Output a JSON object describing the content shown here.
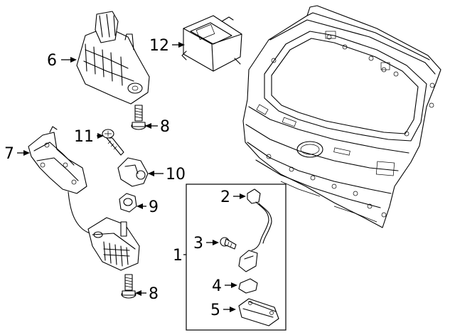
{
  "callouts": {
    "c1": "1",
    "c2": "2",
    "c3": "3",
    "c4": "4",
    "c5": "5",
    "c6": "6",
    "c7": "7",
    "c8a": "8",
    "c8b": "8",
    "c9": "9",
    "c10": "10",
    "c11": "11",
    "c12": "12"
  }
}
